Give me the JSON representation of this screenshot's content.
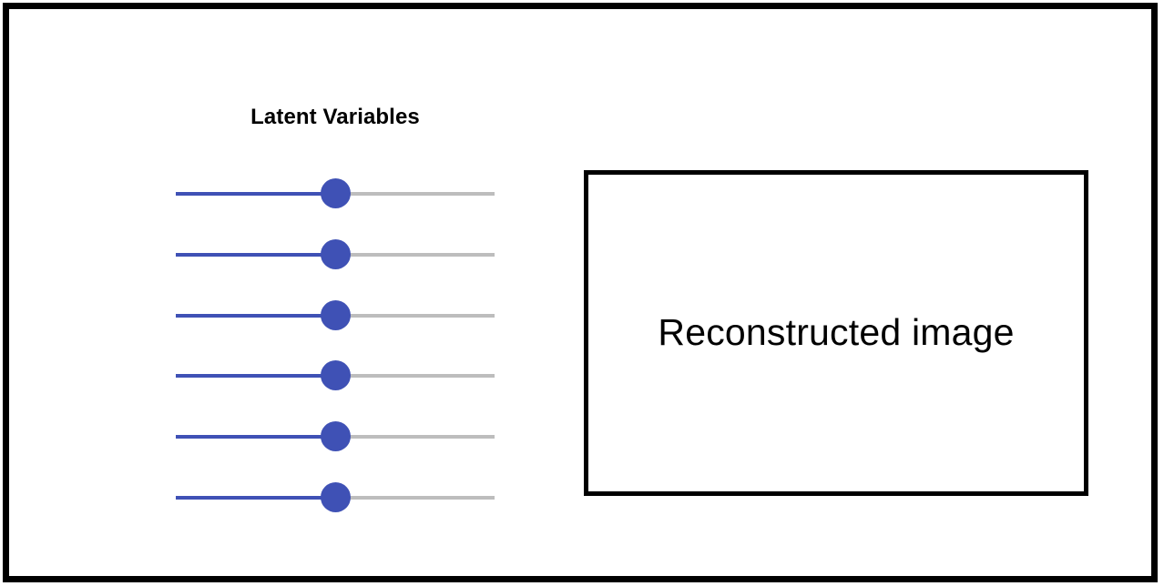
{
  "window": {
    "frame_color": "#000000",
    "background": "#ffffff"
  },
  "latent_panel": {
    "title": "Latent Variables",
    "accent_color": "#3f51b5",
    "track_color": "#bdbdbd",
    "sliders": [
      {
        "name": "latent-variable-1",
        "value": 50,
        "min": 0,
        "max": 100
      },
      {
        "name": "latent-variable-2",
        "value": 50,
        "min": 0,
        "max": 100
      },
      {
        "name": "latent-variable-3",
        "value": 50,
        "min": 0,
        "max": 100
      },
      {
        "name": "latent-variable-4",
        "value": 50,
        "min": 0,
        "max": 100
      },
      {
        "name": "latent-variable-5",
        "value": 50,
        "min": 0,
        "max": 100
      },
      {
        "name": "latent-variable-6",
        "value": 50,
        "min": 0,
        "max": 100
      }
    ]
  },
  "output_panel": {
    "label": "Reconstructed image",
    "border_color": "#000000",
    "background": "#ffffff"
  }
}
